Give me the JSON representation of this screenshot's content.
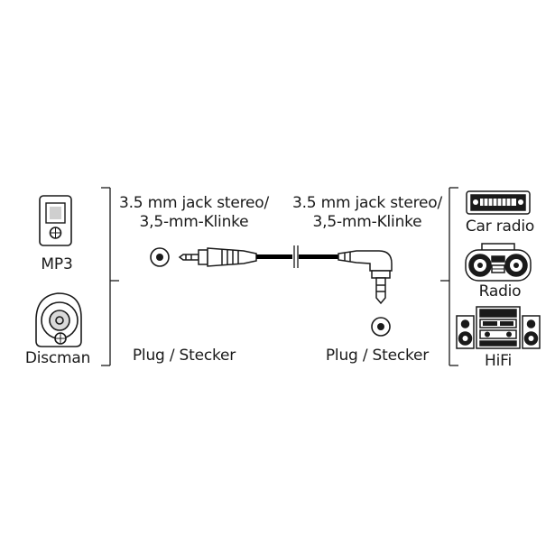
{
  "left_devices": {
    "mp3_label": "MP3",
    "discman_label": "Discman",
    "mp3_icon": "mp3-player-icon",
    "discman_icon": "discman-icon"
  },
  "connector_left": {
    "title_line1": "3.5 mm jack stereo/",
    "title_line2": "3,5-mm-Klinke",
    "plug_label": "Plug / Stecker"
  },
  "connector_right": {
    "title_line1": "3.5 mm jack stereo/",
    "title_line2": "3,5-mm-Klinke",
    "plug_label": "Plug / Stecker"
  },
  "right_devices": {
    "car_radio_label": "Car radio",
    "radio_label": "Radio",
    "hifi_label": "HiFi",
    "car_radio_icon": "car-radio-icon",
    "radio_icon": "boombox-icon",
    "hifi_icon": "hifi-system-icon"
  },
  "colors": {
    "line": "#1a1a1a",
    "cable": "#000000"
  }
}
